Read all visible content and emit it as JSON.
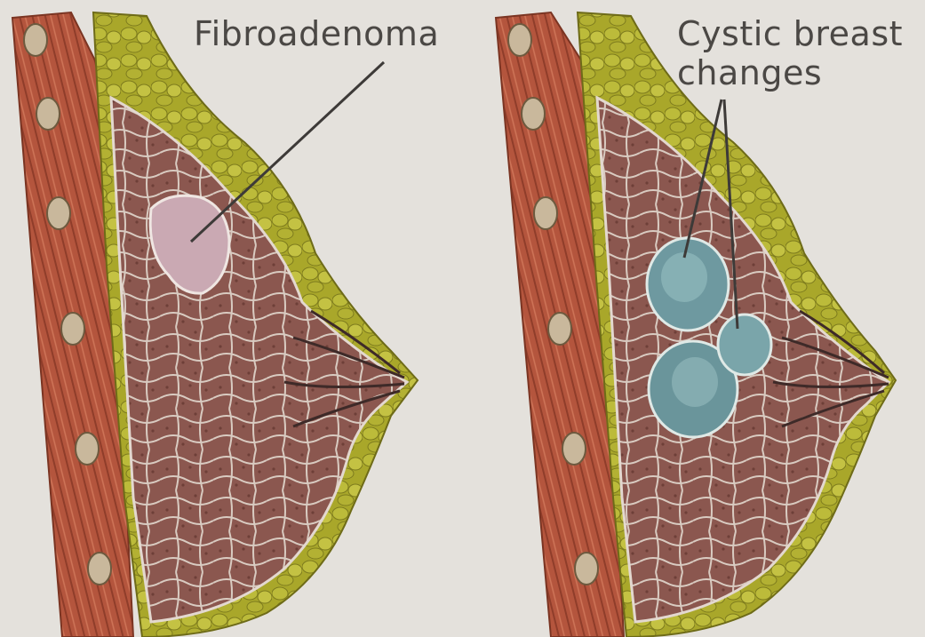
{
  "figure": {
    "panels": [
      {
        "id": "left",
        "label_lines": [
          "Fibroadenoma"
        ]
      },
      {
        "id": "right",
        "label_lines": [
          "Cystic breast",
          "changes"
        ]
      }
    ],
    "colors": {
      "background": "#e4e1dc",
      "muscle": "#b5553e",
      "fat": "#b6b52e",
      "gland": "#8e5a52",
      "fibroadenoma": "#c9a9b2",
      "cyst": "#6f9aa0",
      "leader_line": "#3d3a38"
    }
  }
}
